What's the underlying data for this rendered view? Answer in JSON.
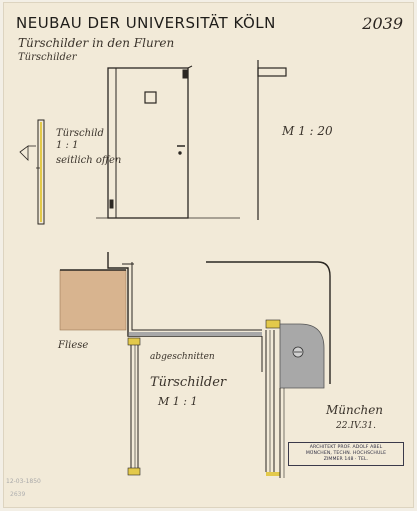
{
  "sheet": {
    "title": "NEUBAU DER UNIVERSITÄT KÖLN",
    "number": "2039"
  },
  "notes": {
    "subtitle_line1": "Türschilder in den Fluren",
    "subtitle_line2": "Türschilder",
    "scale_top": "M 1 : 20",
    "side_label_1": "Türschild",
    "side_label_2": "1 : 1",
    "side_label_3": "seitlich offen",
    "floor_label": "Fliese",
    "cut_label": "abgeschnitten",
    "door_sign_label": "Türschilder",
    "scale_bottom": "M 1 : 1",
    "signature": "München",
    "date": "22.IV.31."
  },
  "stamp": {
    "line1": "ARCHITEKT PROF. ADOLF ABEL",
    "line2": "MÜNCHEN, TECHN. HOCHSCHULE",
    "line3": "ZIMMER 148 · TEL."
  },
  "archive": {
    "code1": "12-03-1850",
    "code2": "2639"
  },
  "colors": {
    "paper": "#f2ead8",
    "ink": "#2a2620",
    "brass": "#e3c94a",
    "metal": "#a8a8a8",
    "brick": "#d8b48f"
  }
}
